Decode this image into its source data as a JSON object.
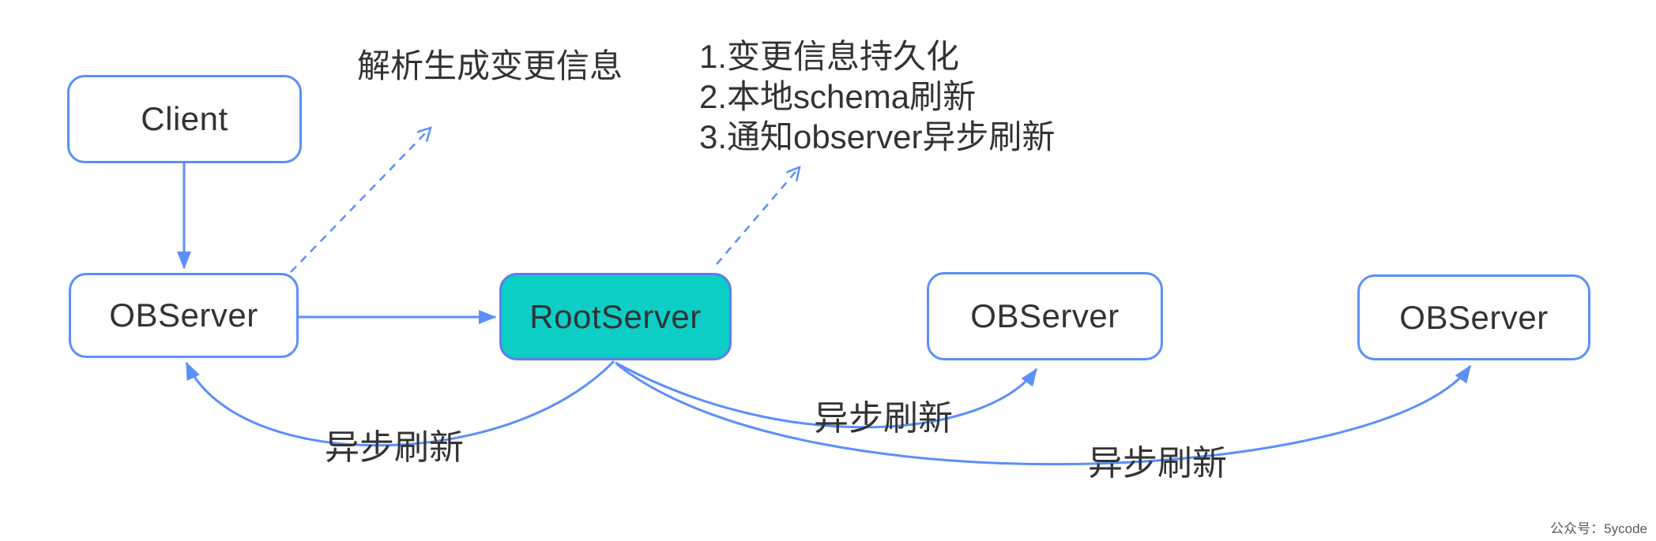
{
  "diagram": {
    "nodes": [
      {
        "id": "client",
        "label": "Client"
      },
      {
        "id": "observer-1",
        "label": "OBServer"
      },
      {
        "id": "rootserver",
        "label": "RootServer"
      },
      {
        "id": "observer-2",
        "label": "OBServer"
      },
      {
        "id": "observer-3",
        "label": "OBServer"
      }
    ],
    "notes": {
      "parse": "解析生成变更信息",
      "steps": [
        "1.变更信息持久化",
        "2.本地schema刷新",
        "3.通知observer异步刷新"
      ]
    },
    "edge_labels": [
      "异步刷新",
      "异步刷新",
      "异步刷新"
    ],
    "watermark": "公众号：5ycode",
    "colors": {
      "line_blue": "#5B8FF9",
      "root_fill": "#0DCEC5",
      "root_border": "#5E7CF0",
      "text": "#333333",
      "watermark_gray": "#595959"
    }
  }
}
